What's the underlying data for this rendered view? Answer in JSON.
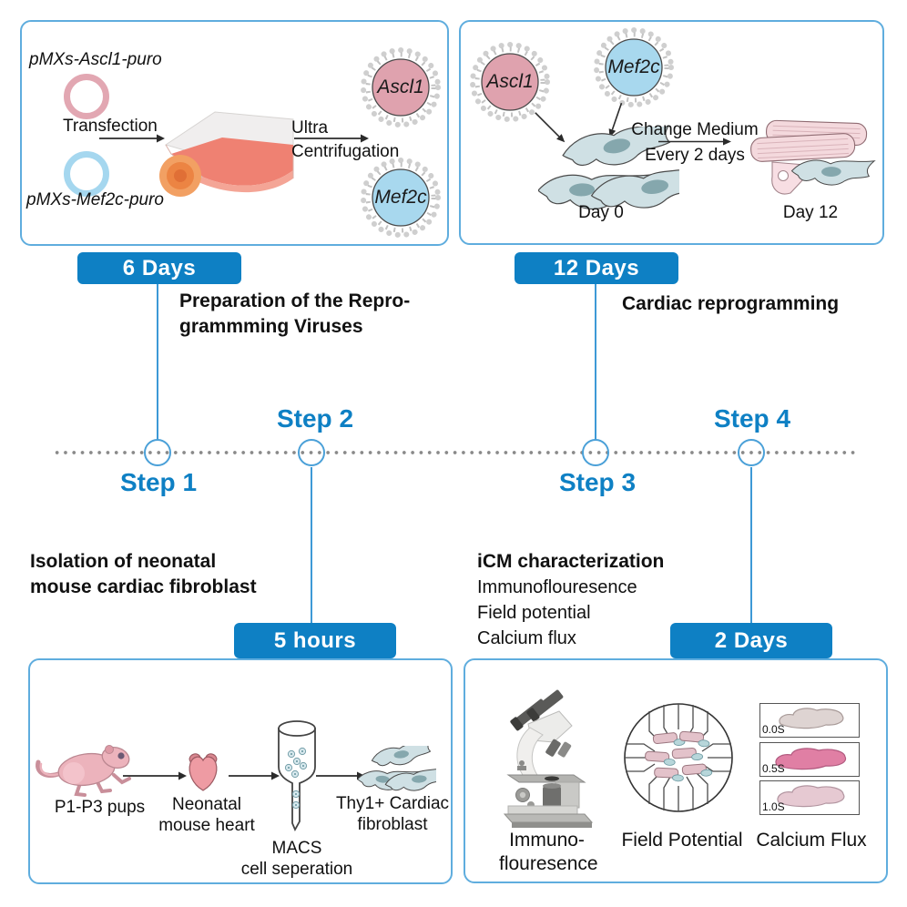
{
  "colors": {
    "accent_blue": "#0e80c4",
    "panel_border": "#5fadde",
    "connector_blue": "#3d99d6",
    "virus_pink": "#dfa2ae",
    "virus_blue": "#a8d8ee",
    "timeline_dot_gray": "#8a8a8a"
  },
  "timeline": {
    "step1": "Step 1",
    "step2": "Step 2",
    "step3": "Step 3",
    "step4": "Step 4"
  },
  "virus_prep": {
    "badge": "6 Days",
    "title1": "Preparation of the Repro-",
    "title2": "grammming Viruses",
    "plasmid_ascl1": "pMXs-Ascl1-puro",
    "plasmid_mef2c": "pMXs-Mef2c-puro",
    "transfection": "Transfection",
    "ultra1": "Ultra",
    "ultra2": "Centrifugation",
    "virus_ascl1": "Ascl1",
    "virus_mef2c": "Mef2c"
  },
  "reprogramming": {
    "badge": "12 Days",
    "title": "Cardiac reprogramming",
    "virus_ascl1": "Ascl1",
    "virus_mef2c": "Mef2c",
    "change1": "Change Medium",
    "change2": "Every 2 days",
    "day0": "Day 0",
    "day12": "Day 12"
  },
  "isolation": {
    "badge": "5 hours",
    "title1": "Isolation of neonatal",
    "title2": "mouse cardiac fibroblast",
    "pups": "P1-P3 pups",
    "heart1": "Neonatal",
    "heart2": "mouse heart",
    "macs1": "MACS",
    "macs2": "cell seperation",
    "fibro1": "Thy1+ Cardiac",
    "fibro2": "fibroblast"
  },
  "characterization": {
    "badge": "2 Days",
    "title": "iCM characterization",
    "method1": "Immunoflouresence",
    "method2": "Field potential",
    "method3": "Calcium flux",
    "immuno1": "Immuno-",
    "immuno2": "flouresence",
    "field_label": "Field Potential",
    "calcium_label": "Calcium Flux",
    "frame1": "0.0S",
    "frame2": "0.5S",
    "frame3": "1.0S"
  }
}
